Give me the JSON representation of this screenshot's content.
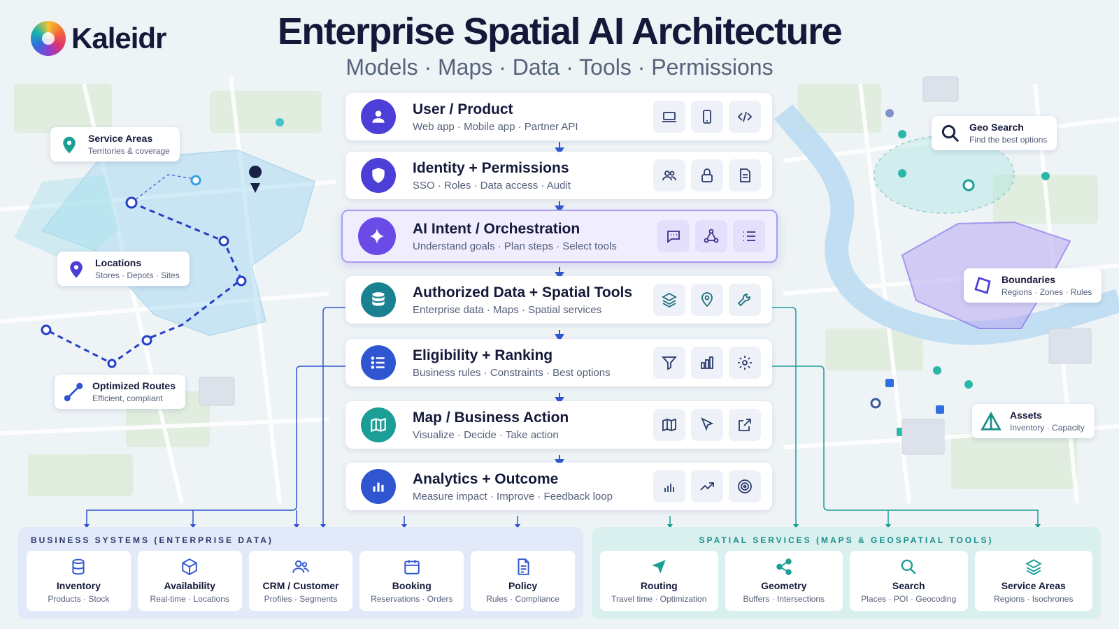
{
  "header": {
    "logo_text": "Kaleidr",
    "title": "Enterprise Spatial AI Architecture",
    "subtitle": "Models · Maps · Data · Tools · Permissions"
  },
  "colors": {
    "navy": "#14193a",
    "indigo": "#4b3fd8",
    "purple": "#6a4be8",
    "teal": "#1a9e96",
    "blue": "#2f56d0"
  },
  "layers": [
    {
      "title": "User / Product",
      "subtitle": "Web app · Mobile app · Partner API",
      "icon": "user-icon",
      "tools": [
        "laptop-icon",
        "mobile-icon",
        "code-icon"
      ]
    },
    {
      "title": "Identity + Permissions",
      "subtitle": "SSO · Roles · Data access · Audit",
      "icon": "shield-icon",
      "tools": [
        "users-icon",
        "lock-icon",
        "document-icon"
      ]
    },
    {
      "title": "AI Intent / Orchestration",
      "subtitle": "Understand goals · Plan steps · Select tools",
      "icon": "sparkle-icon",
      "tools": [
        "chat-icon",
        "workflow-icon",
        "list-icon"
      ]
    },
    {
      "title": "Authorized Data + Spatial Tools",
      "subtitle": "Enterprise data · Maps · Spatial services",
      "icon": "database-icon",
      "tools": [
        "layers-icon",
        "pin-icon",
        "wrench-icon"
      ]
    },
    {
      "title": "Eligibility + Ranking",
      "subtitle": "Business rules · Constraints · Best options",
      "icon": "ranking-list-icon",
      "tools": [
        "filter-icon",
        "bar-chart-icon",
        "gear-icon"
      ]
    },
    {
      "title": "Map / Business Action",
      "subtitle": "Visualize · Decide · Take action",
      "icon": "map-icon",
      "tools": [
        "map-icon",
        "cursor-icon",
        "external-link-icon"
      ]
    },
    {
      "title": "Analytics + Outcome",
      "subtitle": "Measure impact · Improve · Feedback loop",
      "icon": "analytics-icon",
      "tools": [
        "bar-chart-icon",
        "trend-icon",
        "target-icon"
      ]
    }
  ],
  "callouts": {
    "service_areas": {
      "title": "Service Areas",
      "subtitle": "Territories & coverage",
      "icon": "pin-icon"
    },
    "locations": {
      "title": "Locations",
      "subtitle": "Stores · Depots · Sites",
      "icon": "pin-icon"
    },
    "routes": {
      "title": "Optimized Routes",
      "subtitle": "Efficient, compliant",
      "icon": "route-icon"
    },
    "geo_search": {
      "title": "Geo Search",
      "subtitle": "Find the best options",
      "icon": "search-icon"
    },
    "boundaries": {
      "title": "Boundaries",
      "subtitle": "Regions · Zones · Rules",
      "icon": "polygon-icon"
    },
    "assets": {
      "title": "Assets",
      "subtitle": "Inventory · Capacity",
      "icon": "triangle-icon"
    }
  },
  "business_systems": {
    "label": "BUSINESS SYSTEMS (ENTERPRISE DATA)",
    "cards": [
      {
        "title": "Inventory",
        "subtitle": "Products · Stock",
        "icon": "database-icon"
      },
      {
        "title": "Availability",
        "subtitle": "Real-time · Locations",
        "icon": "box-icon"
      },
      {
        "title": "CRM / Customer",
        "subtitle": "Profiles · Segments",
        "icon": "users-icon"
      },
      {
        "title": "Booking",
        "subtitle": "Reservations · Orders",
        "icon": "calendar-icon"
      },
      {
        "title": "Policy",
        "subtitle": "Rules · Compliance",
        "icon": "document-icon"
      }
    ]
  },
  "spatial_services": {
    "label": "SPATIAL SERVICES (MAPS & GEOSPATIAL TOOLS)",
    "cards": [
      {
        "title": "Routing",
        "subtitle": "Travel time · Optimization",
        "icon": "navigation-icon"
      },
      {
        "title": "Geometry",
        "subtitle": "Buffers · Intersections",
        "icon": "share-nodes-icon"
      },
      {
        "title": "Search",
        "subtitle": "Places · POI · Geocoding",
        "icon": "search-icon"
      },
      {
        "title": "Service Areas",
        "subtitle": "Regions · Isochrones",
        "icon": "layers-icon"
      }
    ]
  }
}
